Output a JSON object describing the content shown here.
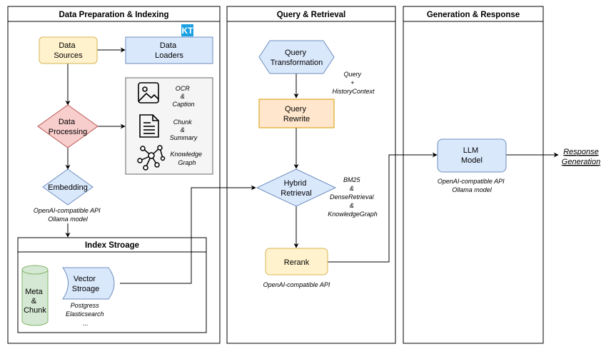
{
  "panels": {
    "prep": {
      "title": "Data Preparation & Indexing"
    },
    "retrieval": {
      "title": "Query & Retrieval"
    },
    "generation": {
      "title": "Generation & Response"
    }
  },
  "logo_badge": "KT",
  "nodes": {
    "data_sources": [
      "Data",
      "Sources"
    ],
    "data_loaders": [
      "Data",
      "Loaders"
    ],
    "data_processing": [
      "Data",
      "Processing"
    ],
    "embedding": [
      "Embedding"
    ],
    "query_transformation": [
      "Query",
      "Transformation"
    ],
    "query_rewrite": [
      "Query",
      "Rewrite"
    ],
    "hybrid_retrieval": [
      "Hybrid",
      "Retrieval"
    ],
    "rerank": [
      "Rerank"
    ],
    "llm_model": [
      "LLM",
      "Model"
    ],
    "meta_chunk": [
      "Meta",
      "&",
      "Chunk"
    ],
    "vector_storage": [
      "Vector",
      "Stroage"
    ]
  },
  "processing_steps": {
    "ocr": [
      "OCR",
      "&",
      "Caption"
    ],
    "chunk": [
      "Chunk",
      "&",
      "Summary"
    ],
    "knowledge": [
      "Knowledge",
      "Graph"
    ]
  },
  "index_storage": {
    "title": "Index Stroage"
  },
  "notes": {
    "embedding_api": [
      "OpenAI-compatible API",
      "Ollama model"
    ],
    "query_context": [
      "Query",
      "+",
      "HistoryContext"
    ],
    "retrieval_methods": [
      "BM25",
      "&",
      "DenseRetrieval",
      "&",
      "KnowledgeGraph"
    ],
    "rerank_api": [
      "OpenAI-compatible API"
    ],
    "llm_api": [
      "OpenAI-compatible API",
      "Ollama model"
    ],
    "storage_backends": [
      "Postgress",
      "Elasticsearch",
      "..."
    ]
  },
  "output": {
    "label": [
      "Response",
      "Generation"
    ]
  },
  "colors": {
    "yellow_fill": "#fff2cc",
    "yellow_stroke": "#d6b656",
    "blue_fill": "#dae8fc",
    "blue_stroke": "#6c8ebf",
    "red_fill": "#f8cecc",
    "red_stroke": "#b85450",
    "green_fill": "#d5e8d4",
    "green_stroke": "#82b366",
    "orange_fill": "#ffe6cc",
    "orange_stroke": "#d79b00",
    "gray_fill": "#f5f5f5",
    "gray_stroke": "#666666",
    "logo": "#1ba1e2"
  }
}
